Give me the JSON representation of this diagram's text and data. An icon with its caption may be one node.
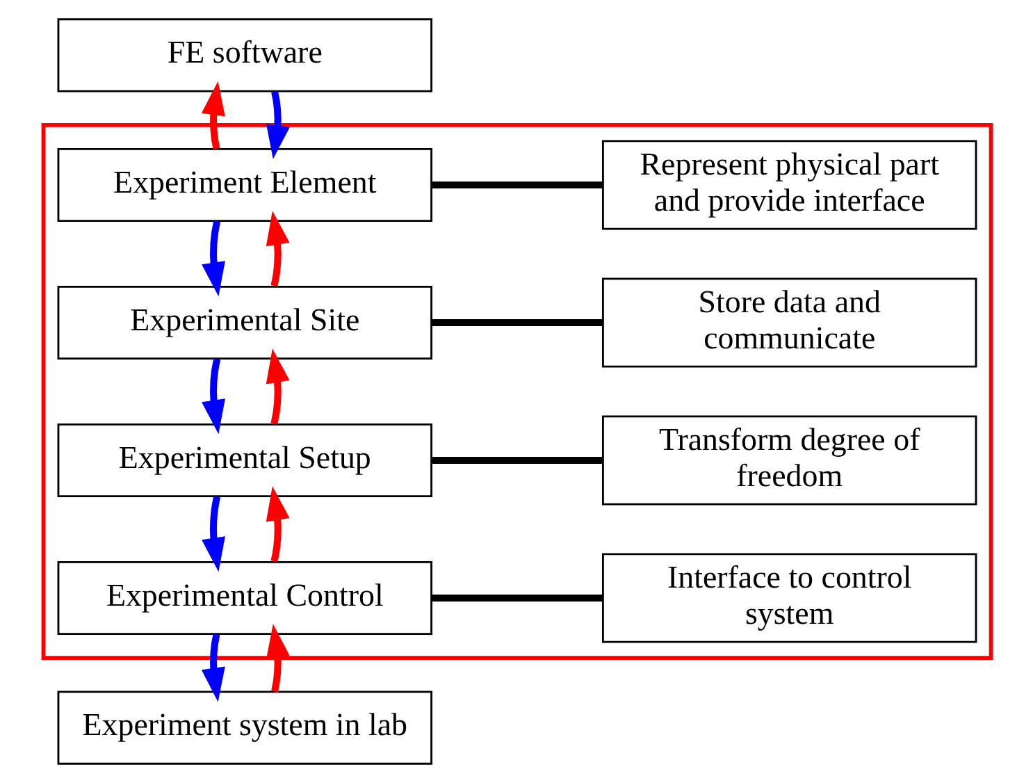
{
  "diagram": {
    "nodes": [
      {
        "text": [],
        "shape": "box"
      },
      {
        "text": [
          "FE software"
        ]
      },
      {
        "text": [
          "Experiment Element"
        ],
        "in": 0
      },
      {
        "text": [
          "Represent physical part and provide interface"
        ],
        "in": 0
      },
      {
        "text": [
          "Experimental Site"
        ],
        "in": 0
      },
      {
        "text": [
          "Store data and communicate"
        ],
        "in": 0
      },
      {
        "text": [
          "Experimental Setup"
        ],
        "in": 0
      },
      {
        "text": [
          "Transform degree of freedom"
        ],
        "in": 0
      },
      {
        "text": [
          "Experimental Control"
        ],
        "in": 0
      },
      {
        "text": [
          "Interface to control system"
        ],
        "in": 0
      },
      {
        "text": [
          "Experiment system in lab"
        ]
      }
    ],
    "edges": [
      {
        "from": 1,
        "to": 2,
        "arrow": "to",
        "color": "#0000ff"
      },
      {
        "from": 2,
        "to": 1,
        "arrow": "to",
        "color": "#ff0000"
      },
      {
        "from": 2,
        "to": 3,
        "arrow": "none",
        "color": "#000000"
      },
      {
        "from": 2,
        "to": 4,
        "arrow": "to",
        "color": "#0000ff"
      },
      {
        "from": 4,
        "to": 2,
        "arrow": "to",
        "color": "#ff0000"
      },
      {
        "from": 4,
        "to": 5,
        "arrow": "none",
        "color": "#000000"
      },
      {
        "from": 4,
        "to": 6,
        "arrow": "to",
        "color": "#0000ff"
      },
      {
        "from": 6,
        "to": 4,
        "arrow": "to",
        "color": "#ff0000"
      },
      {
        "from": 6,
        "to": 7,
        "arrow": "none",
        "color": "#000000"
      },
      {
        "from": 6,
        "to": 8,
        "arrow": "to",
        "color": "#0000ff"
      },
      {
        "from": 8,
        "to": 6,
        "arrow": "to",
        "color": "#ff0000"
      },
      {
        "from": 8,
        "to": 9,
        "arrow": "none",
        "color": "#000000"
      },
      {
        "from": 8,
        "to": 10,
        "arrow": "to",
        "color": "#0000ff"
      },
      {
        "from": 10,
        "to": 8,
        "arrow": "to",
        "color": "#ff0000"
      }
    ]
  }
}
